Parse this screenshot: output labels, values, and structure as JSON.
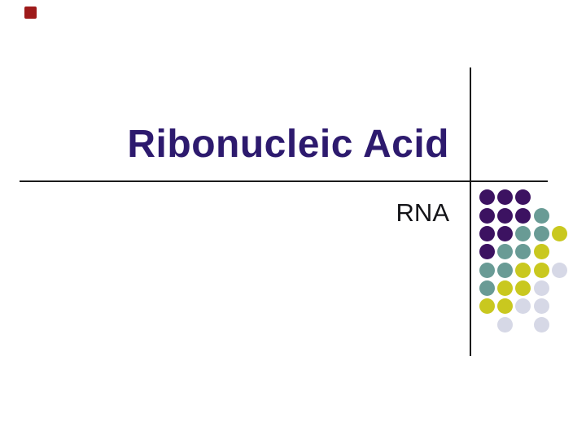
{
  "slide": {
    "title": "Ribonucleic Acid",
    "subtitle": "RNA",
    "colors": {
      "background": "#FFFFFF",
      "title": "#2D1A6E",
      "subtitle": "#141418",
      "line": "#1B1B1B",
      "accent_square": "#9E1A1A",
      "dot_purple": "#3C1261",
      "dot_teal": "#699B95",
      "dot_yellow": "#C9C81F",
      "dot_lavender": "#D6D8E6"
    },
    "decor_dots": {
      "matrix": [
        "PPP..",
        "PPPT.",
        "PPTTY",
        "PTTY.",
        "TTYYL",
        "TYYL.",
        "YYLL.",
        ".L.L."
      ],
      "legend": {
        "P": "dot_purple",
        "T": "dot_teal",
        "Y": "dot_yellow",
        "L": "dot_lavender"
      }
    }
  }
}
